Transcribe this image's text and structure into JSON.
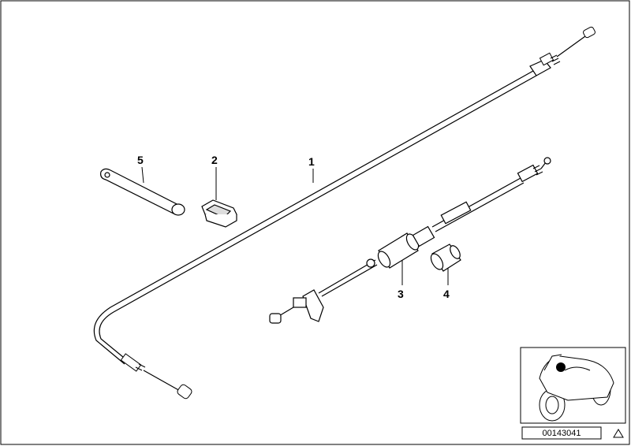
{
  "diagram": {
    "callouts": [
      {
        "id": "1",
        "label": "1"
      },
      {
        "id": "2",
        "label": "2"
      },
      {
        "id": "3",
        "label": "3"
      },
      {
        "id": "4",
        "label": "4"
      },
      {
        "id": "5",
        "label": "5"
      }
    ],
    "document_number": "00143041",
    "inset": {
      "warning_icon": "triangle-icon"
    },
    "colors": {
      "line": "#000000",
      "background": "#ffffff"
    }
  }
}
